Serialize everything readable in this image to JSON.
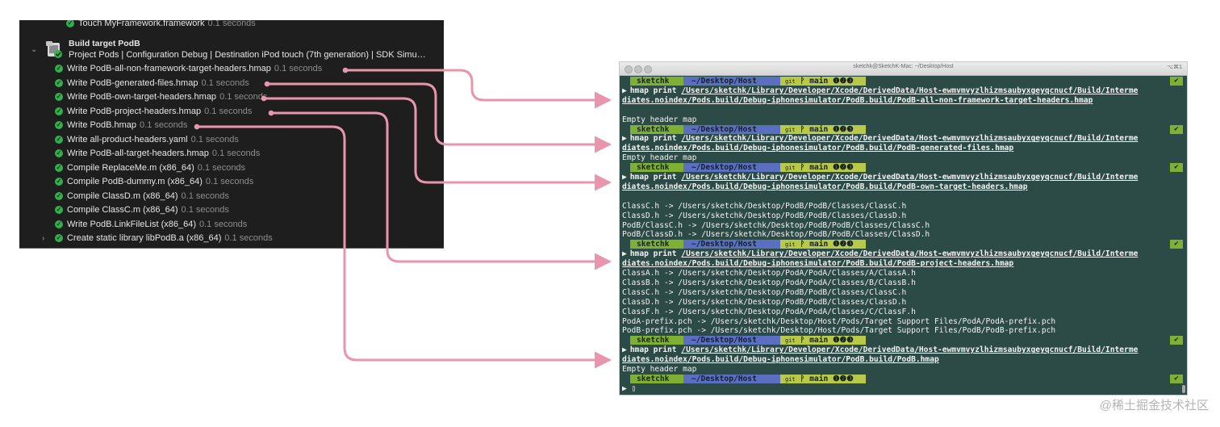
{
  "xcode_log": {
    "cut_row": {
      "label": "Touch MyFramework.framework",
      "duration": "0.1 seconds"
    },
    "target_title": "Build target PodB",
    "target_subtitle": "Project Pods | Configuration Debug | Destination iPod touch (7th generation) | SDK Simu…",
    "steps": [
      {
        "label": "Write PodB-all-non-framework-target-headers.hmap",
        "duration": "0.1 seconds"
      },
      {
        "label": "Write PodB-generated-files.hmap",
        "duration": "0.1 seconds"
      },
      {
        "label": "Write PodB-own-target-headers.hmap",
        "duration": "0.1 seconds"
      },
      {
        "label": "Write PodB-project-headers.hmap",
        "duration": "0.1 seconds"
      },
      {
        "label": "Write PodB.hmap",
        "duration": "0.1 seconds"
      },
      {
        "label": "Write all-product-headers.yaml",
        "duration": "0.1 seconds"
      },
      {
        "label": "Write PodB-all-target-headers.hmap",
        "duration": "0.1 seconds"
      },
      {
        "label": "Compile ReplaceMe.m (x86_64)",
        "duration": "0.1 seconds"
      },
      {
        "label": "Compile PodB-dummy.m (x86_64)",
        "duration": "0.1 seconds"
      },
      {
        "label": "Compile ClassD.m (x86_64)",
        "duration": "0.1 seconds"
      },
      {
        "label": "Compile ClassC.m (x86_64)",
        "duration": "0.1 seconds"
      },
      {
        "label": "Write PodB.LinkFileList (x86_64)",
        "duration": "0.1 seconds"
      },
      {
        "label": "Create static library libPodB.a (x86_64)",
        "duration": "0.1 seconds"
      }
    ]
  },
  "terminal": {
    "title": "sketchk@SketchK-Mac: ~/Desktop/Host",
    "shortcut": "⌥⌘1",
    "prompt": {
      "user": "sketchk",
      "dir": "~/Desktop/Host",
      "git_label": "git",
      "branch": "ᚹ main ❶❷❸",
      "ok": "✔"
    },
    "lines": [
      {
        "kind": "prompt"
      },
      {
        "kind": "cmd",
        "text": "hmap print ",
        "path": "/Users/sketchk/Library/Developer/Xcode/DerivedData/Host-ewmvmvyzlhizmsaubyxgeyqcnucf/Build/Interme"
      },
      {
        "kind": "cont",
        "path": "diates.noindex/Pods.build/Debug-iphonesimulator/PodB.build/PodB-all-non-framework-target-headers.hmap"
      },
      {
        "kind": "blank"
      },
      {
        "kind": "out",
        "text": "Empty header map"
      },
      {
        "kind": "prompt"
      },
      {
        "kind": "cmd",
        "text": "hmap print ",
        "path": "/Users/sketchk/Library/Developer/Xcode/DerivedData/Host-ewmvmvyzlhizmsaubyxgeyqcnucf/Build/Interme"
      },
      {
        "kind": "cont",
        "path": "diates.noindex/Pods.build/Debug-iphonesimulator/PodB.build/PodB-generated-files.hmap"
      },
      {
        "kind": "out",
        "text": "Empty header map"
      },
      {
        "kind": "prompt"
      },
      {
        "kind": "cmd",
        "text": "hmap print ",
        "path": "/Users/sketchk/Library/Developer/Xcode/DerivedData/Host-ewmvmvyzlhizmsaubyxgeyqcnucf/Build/Interme"
      },
      {
        "kind": "cont",
        "path": "diates.noindex/Pods.build/Debug-iphonesimulator/PodB.build/PodB-own-target-headers.hmap"
      },
      {
        "kind": "blank"
      },
      {
        "kind": "out",
        "text": "ClassC.h -> /Users/sketchk/Desktop/PodB/PodB/Classes/ClassC.h"
      },
      {
        "kind": "out",
        "text": "ClassD.h -> /Users/sketchk/Desktop/PodB/PodB/Classes/ClassD.h"
      },
      {
        "kind": "out",
        "text": "PodB/ClassC.h -> /Users/sketchk/Desktop/PodB/PodB/Classes/ClassC.h"
      },
      {
        "kind": "out",
        "text": "PodB/ClassD.h -> /Users/sketchk/Desktop/PodB/PodB/Classes/ClassD.h"
      },
      {
        "kind": "prompt"
      },
      {
        "kind": "cmd",
        "text": "hmap print ",
        "path": "/Users/sketchk/Library/Developer/Xcode/DerivedData/Host-ewmvmvyzlhizmsaubyxgeyqcnucf/Build/Interme"
      },
      {
        "kind": "cont",
        "path": "diates.noindex/Pods.build/Debug-iphonesimulator/PodB.build/PodB-project-headers.hmap"
      },
      {
        "kind": "out",
        "text": "ClassA.h -> /Users/sketchk/Desktop/PodA/PodA/Classes/A/ClassA.h"
      },
      {
        "kind": "out",
        "text": "ClassB.h -> /Users/sketchk/Desktop/PodA/PodA/Classes/B/ClassB.h"
      },
      {
        "kind": "out",
        "text": "ClassC.h -> /Users/sketchk/Desktop/PodB/PodB/Classes/ClassC.h"
      },
      {
        "kind": "out",
        "text": "ClassD.h -> /Users/sketchk/Desktop/PodB/PodB/Classes/ClassD.h"
      },
      {
        "kind": "out",
        "text": "ClassF.h -> /Users/sketchk/Desktop/PodA/PodA/Classes/C/ClassF.h"
      },
      {
        "kind": "out",
        "text": "PodA-prefix.pch -> /Users/sketchk/Desktop/Host/Pods/Target Support Files/PodA/PodA-prefix.pch"
      },
      {
        "kind": "out",
        "text": "PodB-prefix.pch -> /Users/sketchk/Desktop/Host/Pods/Target Support Files/PodB/PodB-prefix.pch"
      },
      {
        "kind": "prompt"
      },
      {
        "kind": "cmd",
        "text": "hmap print ",
        "path": "/Users/sketchk/Library/Developer/Xcode/DerivedData/Host-ewmvmvyzlhizmsaubyxgeyqcnucf/Build/Interme"
      },
      {
        "kind": "cont",
        "path": "diates.noindex/Pods.build/Debug-iphonesimulator/PodB.build/PodB.hmap"
      },
      {
        "kind": "out",
        "text": "Empty header map"
      },
      {
        "kind": "prompt"
      },
      {
        "kind": "cursor",
        "text": "▶ ▯"
      }
    ]
  },
  "arrow_color": "#e896ad",
  "watermark": "@稀土掘金技术社区"
}
